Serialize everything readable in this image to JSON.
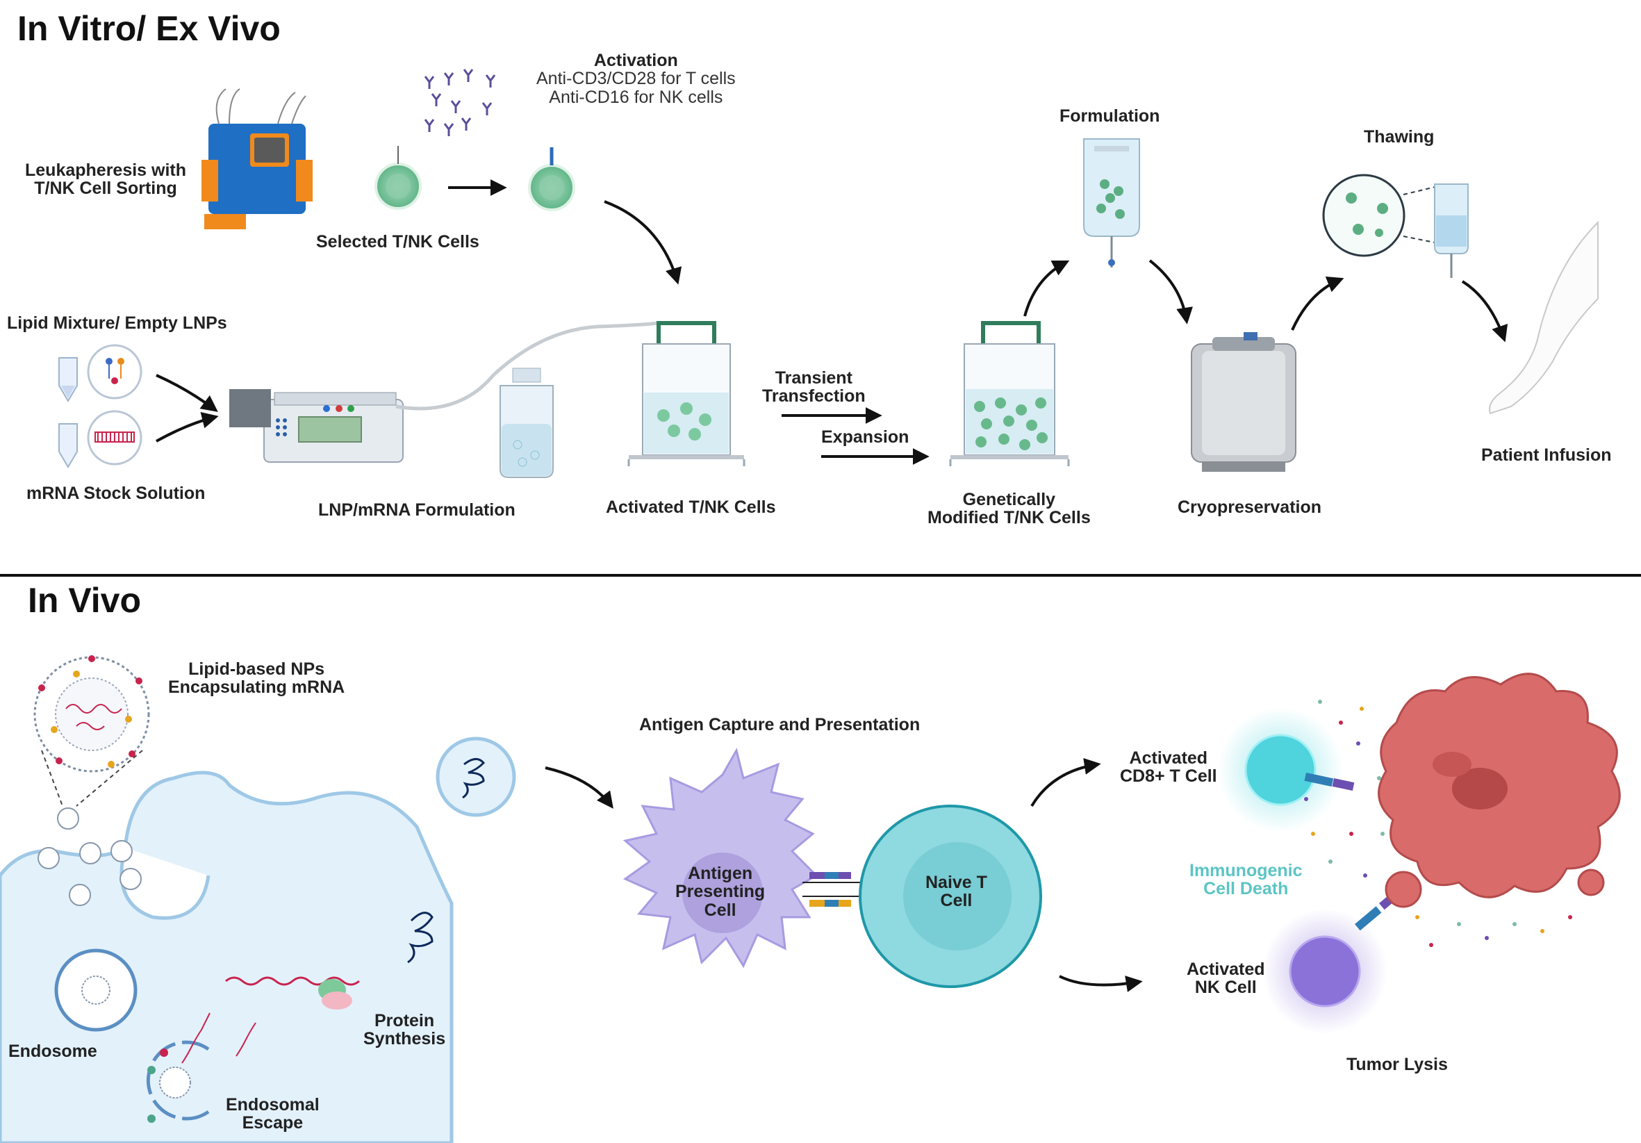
{
  "sections": {
    "top_title": "In Vitro/ Ex Vivo",
    "bottom_title": "In Vivo"
  },
  "top": {
    "leukapheresis": [
      "Leukapheresis with",
      "T/NK Cell Sorting"
    ],
    "selected_cells": "Selected T/NK Cells",
    "activation": {
      "title": "Activation",
      "line1": "Anti-CD3/CD28 for T cells",
      "line2": "Anti-CD16 for NK cells"
    },
    "lipid_mixture": "Lipid Mixture/ Empty LNPs",
    "mrna_stock": "mRNA Stock Solution",
    "lnp_formulation": "LNP/mRNA Formulation",
    "activated_cells": "Activated T/NK Cells",
    "transient_transfection": [
      "Transient",
      "Transfection"
    ],
    "expansion": "Expansion",
    "modified_cells": [
      "Genetically",
      "Modified T/NK Cells"
    ],
    "formulation": "Formulation",
    "cryopreservation": "Cryopreservation",
    "thawing": "Thawing",
    "patient_infusion": "Patient Infusion"
  },
  "bottom": {
    "lipid_nps": [
      "Lipid-based NPs",
      "Encapsulating mRNA"
    ],
    "endosome": "Endosome",
    "endosomal_escape": [
      "Endosomal",
      "Escape"
    ],
    "protein_synthesis": [
      "Protein",
      "Synthesis"
    ],
    "antigen_capture": "Antigen Capture and Presentation",
    "apc": [
      "Antigen",
      "Presenting",
      "Cell"
    ],
    "naive_t": [
      "Naive T",
      "Cell"
    ],
    "activated_cd8": [
      "Activated",
      "CD8+ T Cell"
    ],
    "activated_nk": [
      "Activated",
      "NK Cell"
    ],
    "immunogenic": [
      "Immunogenic",
      "Cell Death"
    ],
    "tumor_lysis": "Tumor Lysis"
  },
  "colors": {
    "cell_green": "#7cc9a0",
    "cell_lavender": "#c6bfee",
    "naive_teal": "#8fd9e0",
    "tumor_red": "#d96b6b",
    "cytoplasm": "#e3f1fb",
    "nk_purple": "#8a72d9",
    "cd8_cyan": "#4fd3dd"
  }
}
